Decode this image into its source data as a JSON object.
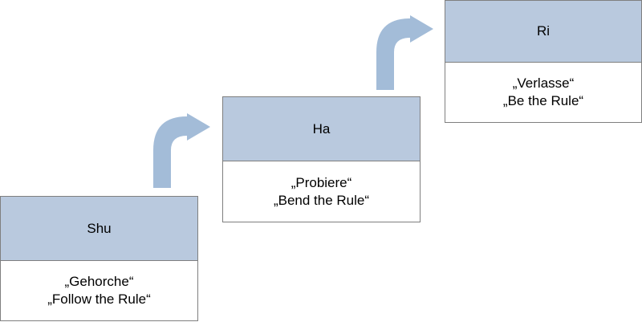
{
  "stages": [
    {
      "title": "Shu",
      "line1": "„Gehorche“",
      "line2": "„Follow the Rule“"
    },
    {
      "title": "Ha",
      "line1": "„Probiere“",
      "line2": "„Bend the Rule“"
    },
    {
      "title": "Ri",
      "line1": "„Verlasse“",
      "line2": "„Be the Rule“"
    }
  ],
  "colors": {
    "header_fill": "#b9c9de",
    "border": "#7f7f7f",
    "arrow": "#a3bcd8"
  }
}
